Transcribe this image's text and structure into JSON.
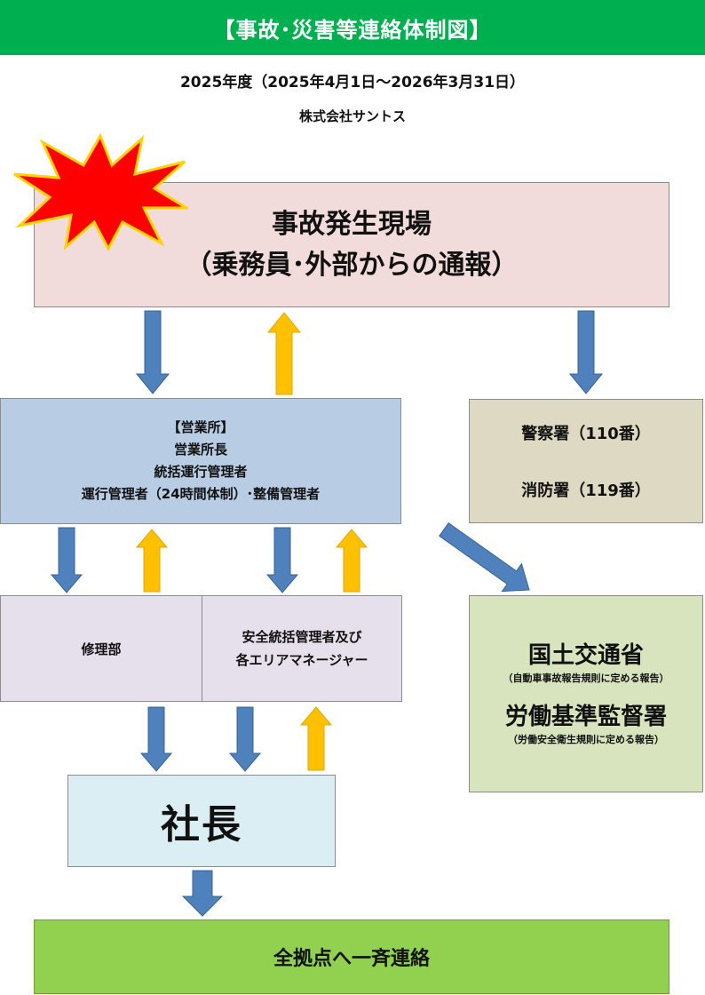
{
  "header": {
    "title": "【事故･災害等連絡体制図】",
    "period": "2025年度（2025年4月1日～2026年3月31日）",
    "company": "株式会社サントス"
  },
  "site": {
    "line1": "事故発生現場",
    "line2": "（乗務員･外部からの通報）"
  },
  "office": {
    "lines": [
      "【営業所】",
      "営業所長",
      "統括運行管理者",
      "運行管理者（24時間体制）･整備管理者"
    ]
  },
  "emergency": {
    "police": "警察署（110番）",
    "fire": "消防署（119番）"
  },
  "repair": {
    "label": "修理部"
  },
  "safety": {
    "line1": "安全統括管理者及び",
    "line2": "各エリアマネージャー"
  },
  "agencies": {
    "mlit": "国土交通省",
    "mlit_note": "（自動車事故報告規則に定める報告）",
    "labor": "労働基準監督署",
    "labor_note": "（労働安全衛生規則に定める報告）"
  },
  "president": {
    "label": "社長"
  },
  "broadcast": {
    "label": "全拠点へ一斉連絡"
  },
  "colors": {
    "title_bar": "#00b050",
    "site": "#f2dcdb",
    "office": "#b8cce4",
    "emergency": "#ddd9c3",
    "departments": "#e6e0ec",
    "agencies": "#d7e4bd",
    "president": "#dbeef4",
    "broadcast": "#92d050",
    "arrow_down": "#4f81bd",
    "arrow_up": "#ffc000",
    "starburst": "#ff0000"
  }
}
